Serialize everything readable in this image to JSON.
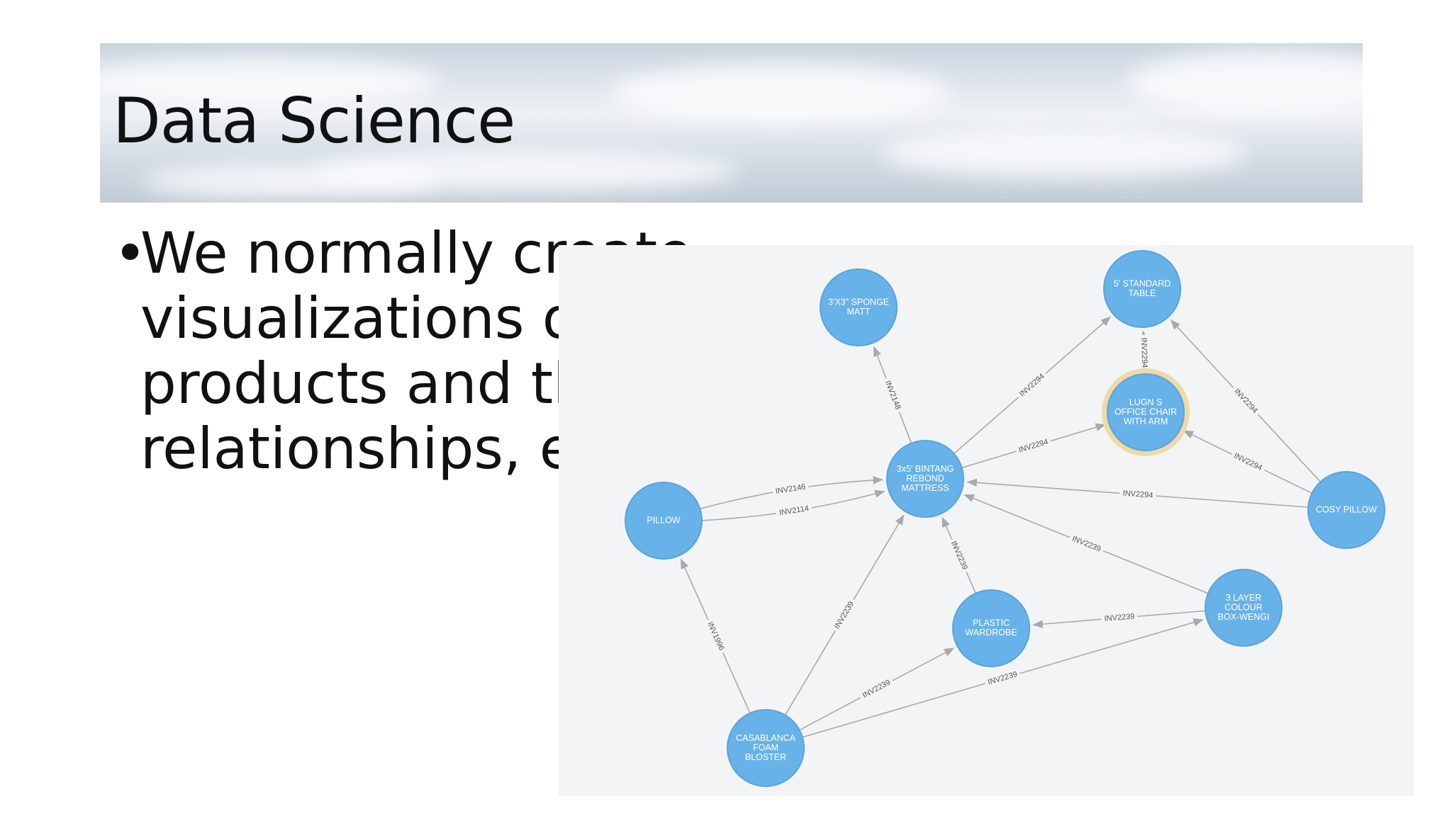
{
  "slide": {
    "title": "Data Science",
    "bullet": "We normally create visualizations of the products and their relationships, e.g.",
    "bullet_symbol": "•"
  },
  "graph": {
    "node_color": "#68b2ea",
    "node_stroke": "#5aa3dc",
    "highlight_ring": "#efd9a6",
    "edge_color": "#a9a9a9",
    "nodes": [
      {
        "id": "sponge",
        "lines": [
          "3'X3\" SPONGE",
          "MATT"
        ]
      },
      {
        "id": "table",
        "lines": [
          "5' STANDARD",
          "TABLE"
        ]
      },
      {
        "id": "chair",
        "lines": [
          "LUGN S",
          "OFFICE CHAIR",
          "WITH ARM"
        ],
        "highlight": true
      },
      {
        "id": "mattress",
        "lines": [
          "3x5' BINTANG",
          "REBOND",
          "MATTRESS"
        ]
      },
      {
        "id": "pillow",
        "lines": [
          "PILLOW"
        ]
      },
      {
        "id": "cosy",
        "lines": [
          "COSY PILLOW"
        ]
      },
      {
        "id": "wardrobe",
        "lines": [
          "PLASTIC",
          "WARDROBE"
        ]
      },
      {
        "id": "colourbox",
        "lines": [
          "3 LAYER",
          "COLOUR",
          "BOX-WENGI"
        ]
      },
      {
        "id": "bolster",
        "lines": [
          "CASABLANCA",
          "FOAM",
          "BLOSTER"
        ]
      }
    ],
    "edges": [
      {
        "from": "mattress",
        "to": "sponge",
        "label": "INV2148"
      },
      {
        "from": "mattress",
        "to": "table",
        "label": "INV2294"
      },
      {
        "from": "mattress",
        "to": "chair",
        "label": "INV2294"
      },
      {
        "from": "chair",
        "to": "table",
        "label": "INV2294"
      },
      {
        "from": "cosy",
        "to": "table",
        "label": "INV2294"
      },
      {
        "from": "cosy",
        "to": "chair",
        "label": "INV2294"
      },
      {
        "from": "cosy",
        "to": "mattress",
        "label": "INV2294"
      },
      {
        "from": "pillow",
        "to": "mattress",
        "label": "INV2146",
        "curve": -14
      },
      {
        "from": "pillow",
        "to": "mattress",
        "label": "INV2114",
        "curve": 14
      },
      {
        "from": "colourbox",
        "to": "mattress",
        "label": "INV2239"
      },
      {
        "from": "wardrobe",
        "to": "mattress",
        "label": "INV2239"
      },
      {
        "from": "colourbox",
        "to": "wardrobe",
        "label": "INV2239"
      },
      {
        "from": "bolster",
        "to": "pillow",
        "label": "INV1996"
      },
      {
        "from": "bolster",
        "to": "mattress",
        "label": "INV2239"
      },
      {
        "from": "bolster",
        "to": "wardrobe",
        "label": "INV2239"
      },
      {
        "from": "bolster",
        "to": "colourbox",
        "label": "INV2239"
      }
    ]
  }
}
